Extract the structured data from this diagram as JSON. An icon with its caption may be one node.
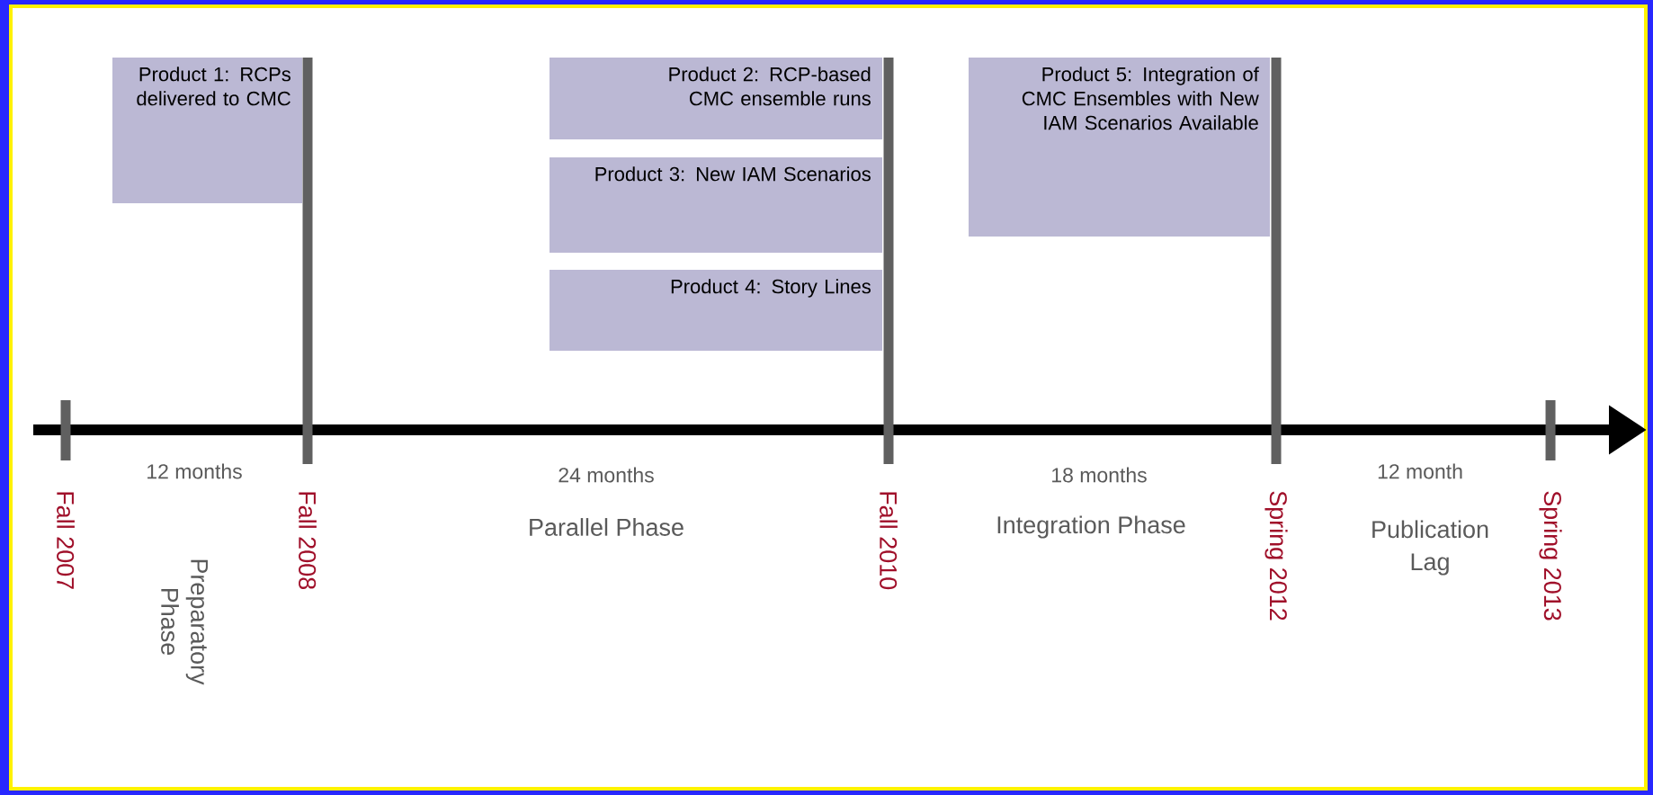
{
  "diagram": {
    "nodes": [
      {
        "text": [
          "Product 1: RCPs delivered to CMC"
        ]
      },
      {
        "text": [
          "Product 2: RCP-based CMC ensemble runs"
        ]
      },
      {
        "text": [
          "Product 3: New IAM Scenarios"
        ]
      },
      {
        "text": [
          "Product 4: Story Lines"
        ]
      },
      {
        "text": [
          "Product 5: Integration of CMC Ensembles with New IAM Scenarios Available"
        ]
      }
    ],
    "labels": [
      "Fall 2007",
      "12 months",
      "Preparatory Phase",
      "Fall 2008",
      "24 months",
      "Parallel Phase",
      "Fall 2010",
      "18 months",
      "Integration Phase",
      "Spring 2012",
      "12 month",
      "Publication Lag",
      "Spring 2013"
    ]
  }
}
